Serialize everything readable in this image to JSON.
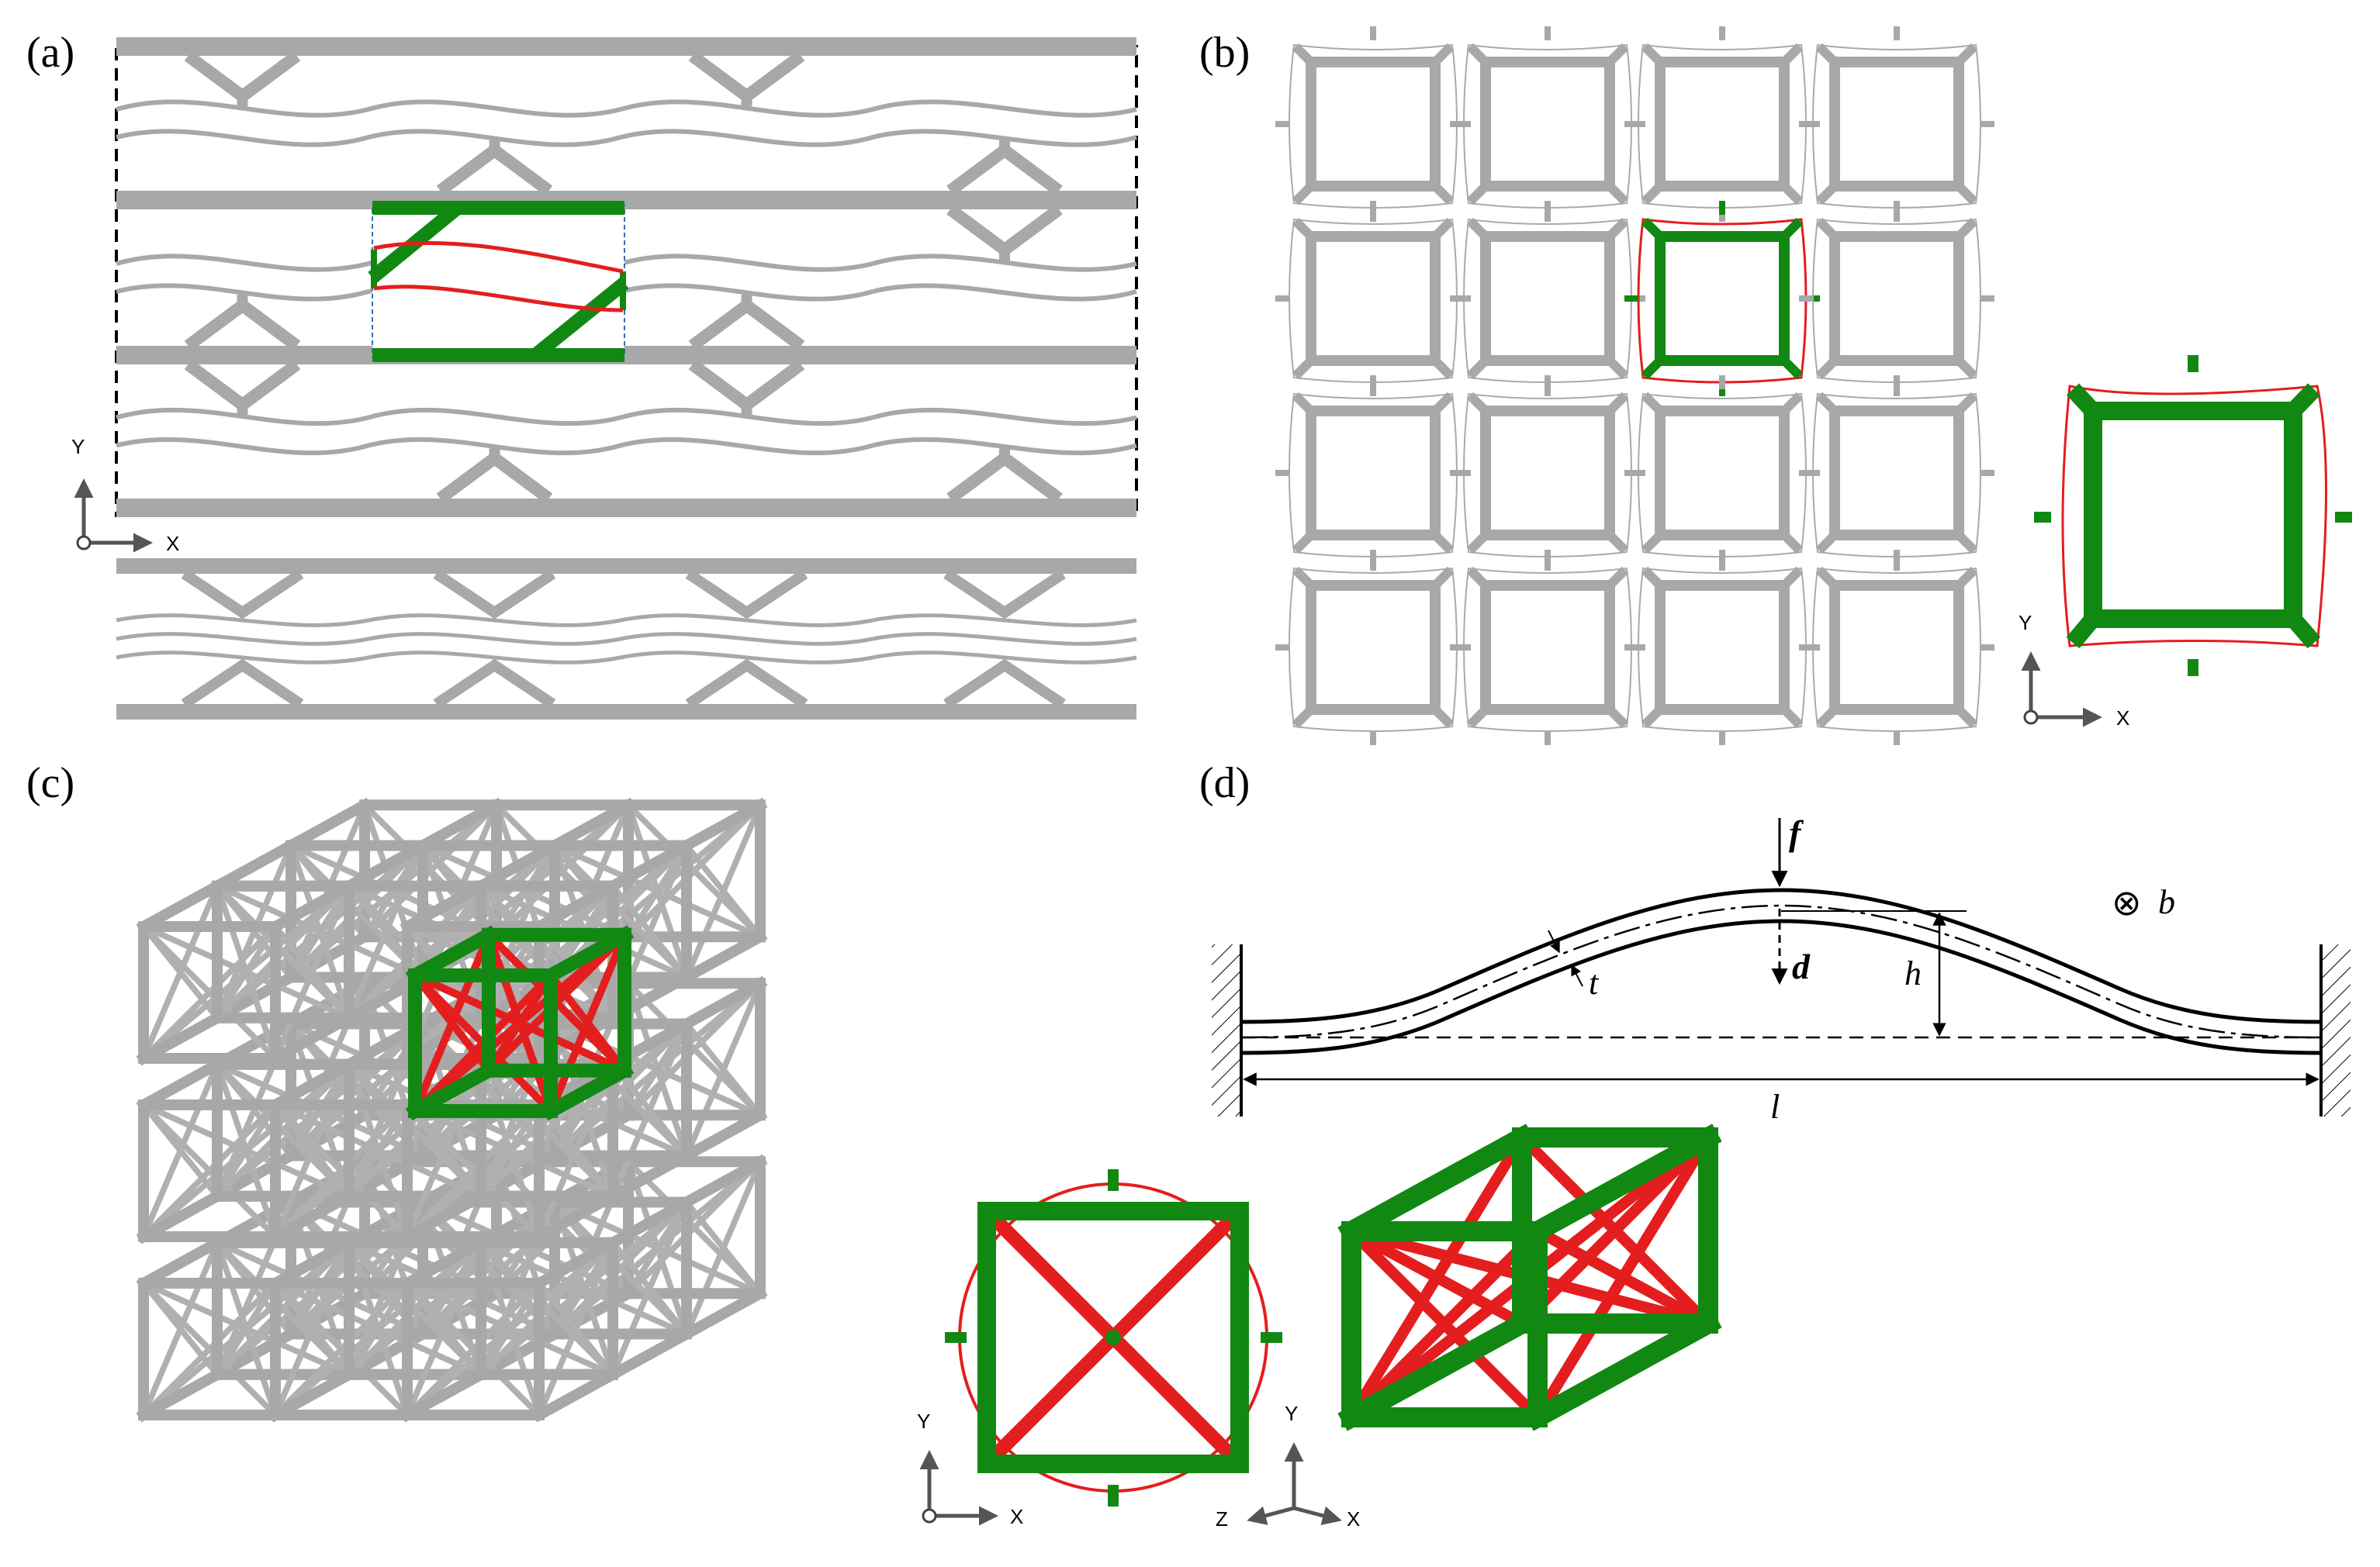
{
  "panels": {
    "a": {
      "label": "(a)",
      "axes": {
        "y": "Y",
        "x": "X"
      }
    },
    "b": {
      "label": "(b)",
      "axes": {
        "y": "Y",
        "x": "X"
      }
    },
    "c": {
      "label": "(c)",
      "axes_2d": {
        "y": "Y",
        "x": "X"
      },
      "axes_3d": {
        "y": "Y",
        "z": "Z",
        "x": "X"
      }
    },
    "d": {
      "label": "(d)",
      "symbols": {
        "force": "f",
        "displacement": "d",
        "thickness": "t",
        "height": "h",
        "length": "l",
        "width_symbol": "⊗",
        "width": "b"
      }
    }
  },
  "colors": {
    "lattice_gray": "#a8a8a8",
    "green_frame": "#118811",
    "red_strut": "#e41e1e",
    "black": "#000000"
  }
}
